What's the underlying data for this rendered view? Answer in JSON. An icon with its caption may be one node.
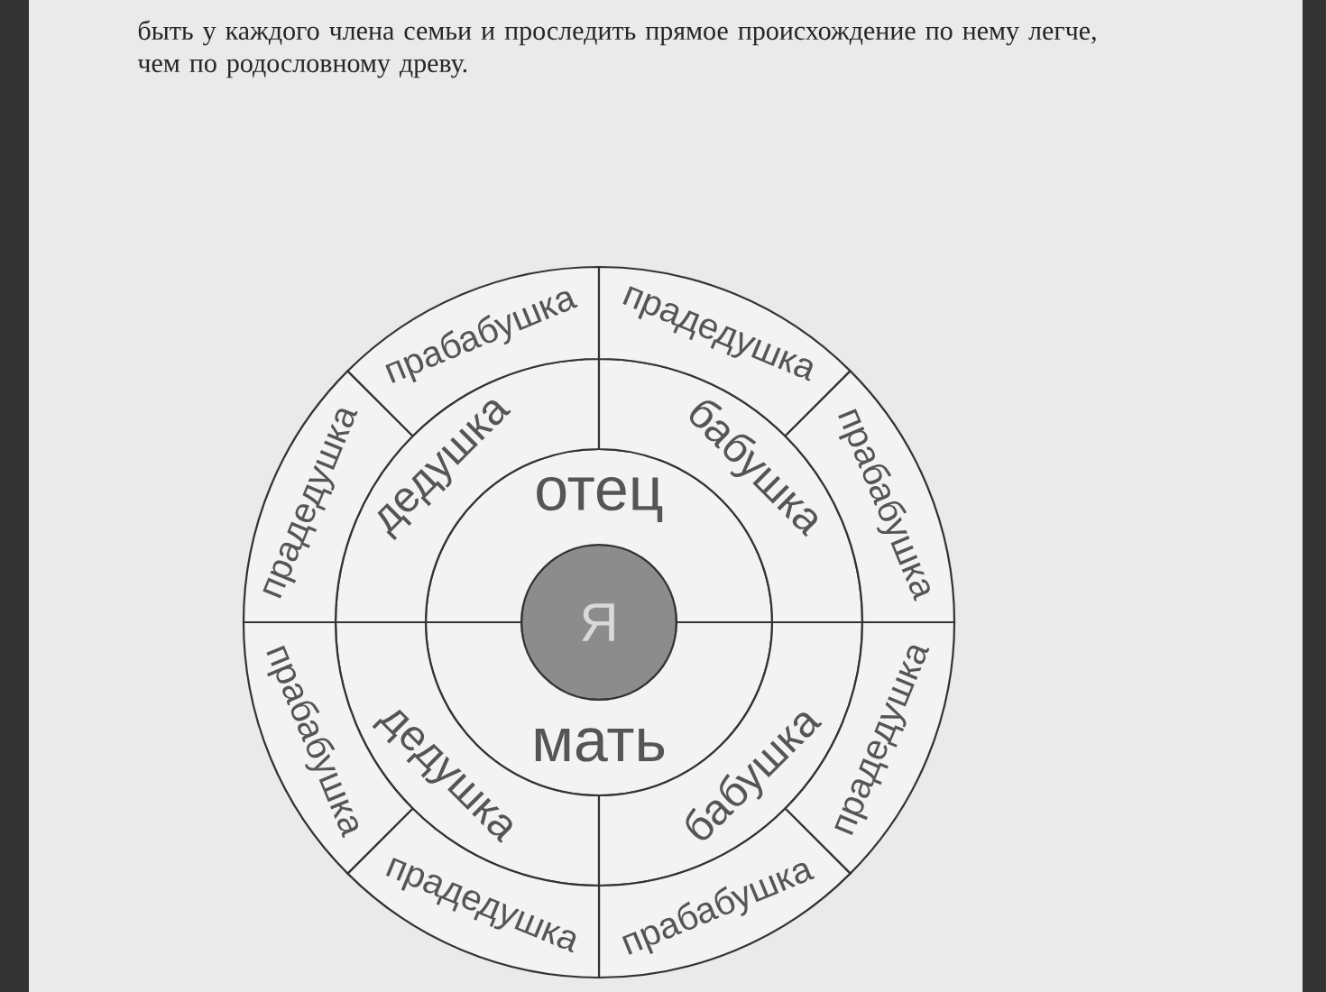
{
  "diagram": {
    "nodes": [
      {
        "text": [
          "Я"
        ]
      },
      {
        "text": [
          "отец"
        ]
      },
      {
        "text": [
          "мать"
        ]
      },
      {
        "text": [
          "дедушка"
        ]
      },
      {
        "text": [
          "бабушка"
        ]
      },
      {
        "text": [
          "дедушка"
        ]
      },
      {
        "text": [
          "бабушка"
        ]
      },
      {
        "text": [
          "прадедушка"
        ]
      },
      {
        "text": [
          "прабабушка"
        ]
      },
      {
        "text": [
          "прадедушка"
        ]
      },
      {
        "text": [
          "прабабушка"
        ]
      },
      {
        "text": [
          "прадедушка"
        ]
      },
      {
        "text": [
          "прабабушка"
        ]
      },
      {
        "text": [
          "прадедушка"
        ]
      },
      {
        "text": [
          "прабабушка"
        ]
      }
    ],
    "labels": [
      "быть у каждого члена семьи и проследить прямое происхождение по нему легче, чем по родословному древу."
    ]
  }
}
